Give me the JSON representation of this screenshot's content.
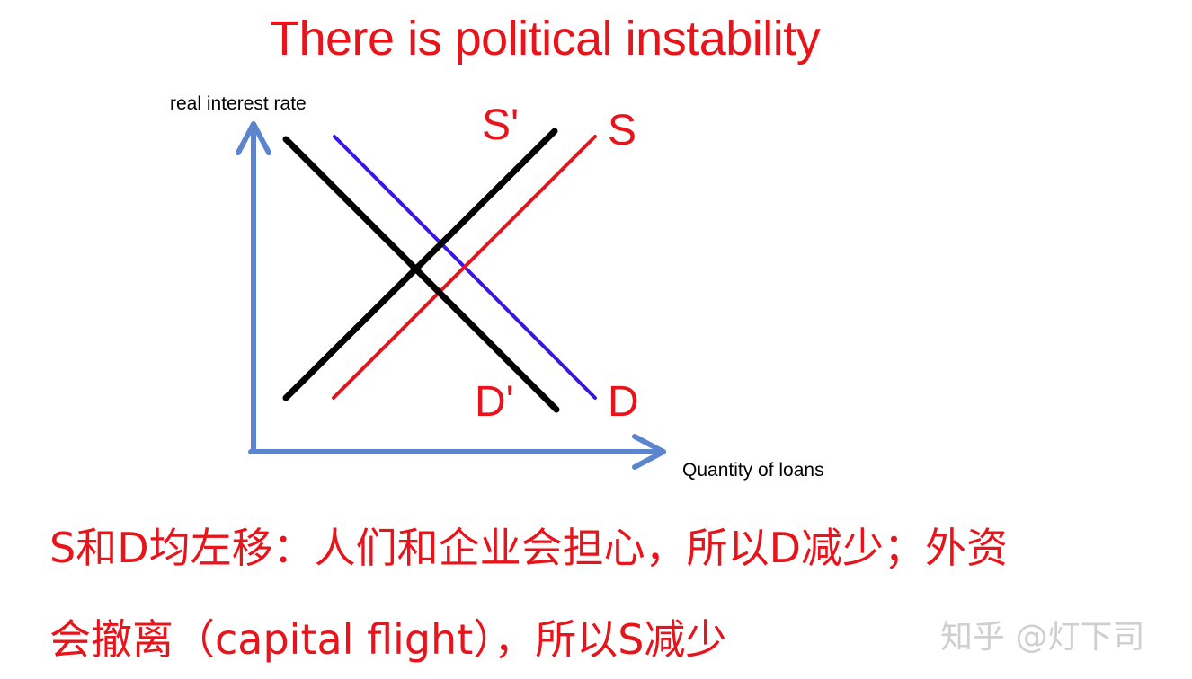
{
  "title": "There is political instability",
  "axes": {
    "y_label": "real interest rate",
    "x_label": "Quantity of loans"
  },
  "curves": {
    "s_shifted_label": "S'",
    "s_label": "S",
    "d_shifted_label": "D'",
    "d_label": "D"
  },
  "colors": {
    "title": "#e8141b",
    "axis": "#5b85cf",
    "supply_original": "#e8141b",
    "demand_original": "#3a16e0",
    "shifted_curves": "#000000"
  },
  "caption": {
    "line1": "S和D均左移：人们和企业会担心，所以D减少；外资",
    "line2": "会撤离（capital flight），所以S减少"
  },
  "watermark": "知乎 @灯下司"
}
